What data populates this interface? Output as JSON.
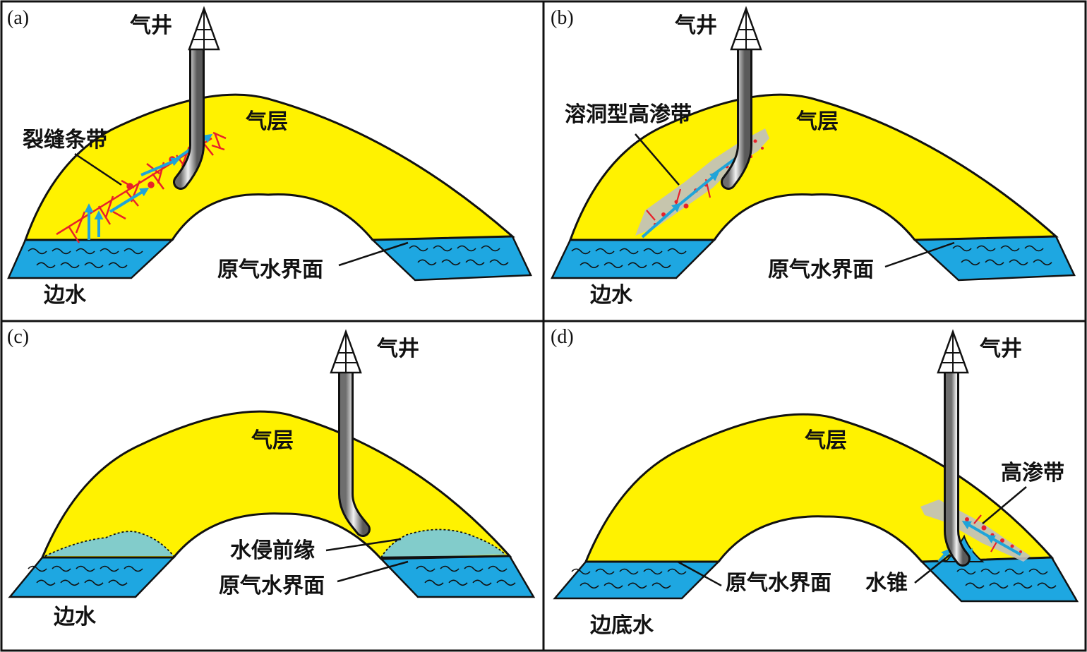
{
  "colors": {
    "gas_layer": "#fff200",
    "water": "#1ea7e1",
    "water_front": "#6cc6ee",
    "fracture": "#e8202a",
    "flow_arrow": "#1fa4d9",
    "high_perm_zone": "#c0c0c0",
    "outline": "#111111"
  },
  "icons": {
    "well": "gas-well-derrick-icon",
    "water": "wave-pattern-icon"
  },
  "panels": [
    {
      "tag": "(a)",
      "well_label": "气井",
      "gas_label": "气层",
      "feature_label": "裂缝条带",
      "contact_label": "原气水界面",
      "water_label": "边水"
    },
    {
      "tag": "(b)",
      "well_label": "气井",
      "gas_label": "气层",
      "feature_label": "溶洞型高渗带",
      "contact_label": "原气水界面",
      "water_label": "边水"
    },
    {
      "tag": "(c)",
      "well_label": "气井",
      "gas_label": "气层",
      "feature_label": "水侵前缘",
      "contact_label": "原气水界面",
      "water_label": "边水"
    },
    {
      "tag": "(d)",
      "well_label": "气井",
      "gas_label": "气层",
      "feature_label": "高渗带",
      "cone_label": "水锥",
      "contact_label": "原气水界面",
      "water_label": "边底水"
    }
  ]
}
